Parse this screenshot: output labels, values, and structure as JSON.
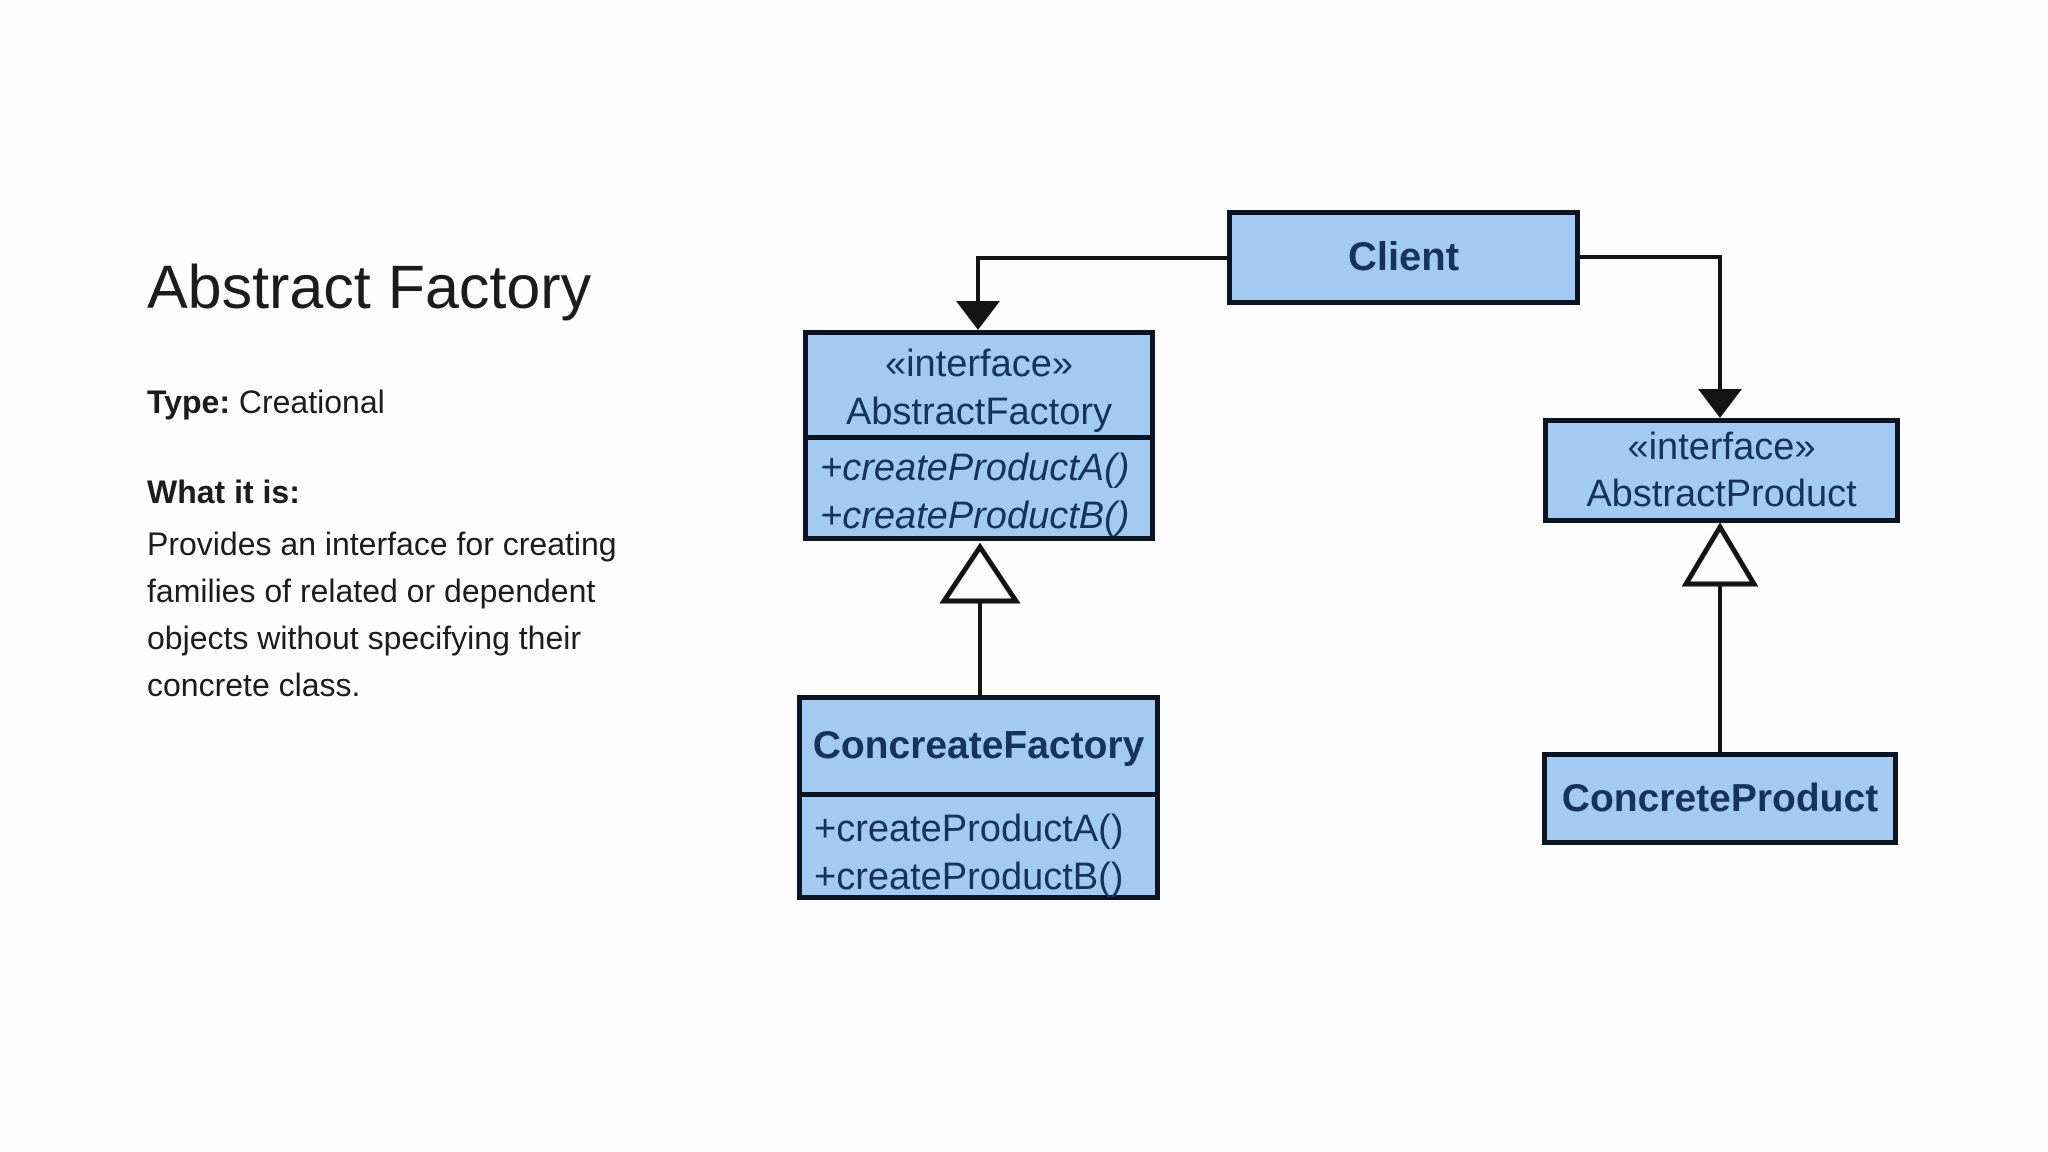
{
  "colors": {
    "page_bg": "#fdfdfd",
    "box_fill": "#a3cbf2",
    "box_border": "#0c1422",
    "box_text": "#16335f",
    "connector": "#141414",
    "body_text": "#1c1c1c"
  },
  "left_panel": {
    "title": "Abstract Factory",
    "type_label": "Type:",
    "type_value": "Creational",
    "what_label": "What it is:",
    "description": "Provides an interface for creating families of related or dependent objects without specifying their concrete class."
  },
  "diagram": {
    "client": {
      "name": "Client"
    },
    "abstract_factory": {
      "stereotype": "«interface»",
      "name": "AbstractFactory",
      "methods": [
        "+createProductA()",
        "+createProductB()"
      ]
    },
    "concreate_factory": {
      "name": "ConcreateFactory",
      "methods": [
        "+createProductA()",
        "+createProductB()"
      ]
    },
    "abstract_product": {
      "stereotype": "«interface»",
      "name": "AbstractProduct"
    },
    "concrete_product": {
      "name": "ConcreteProduct"
    }
  }
}
